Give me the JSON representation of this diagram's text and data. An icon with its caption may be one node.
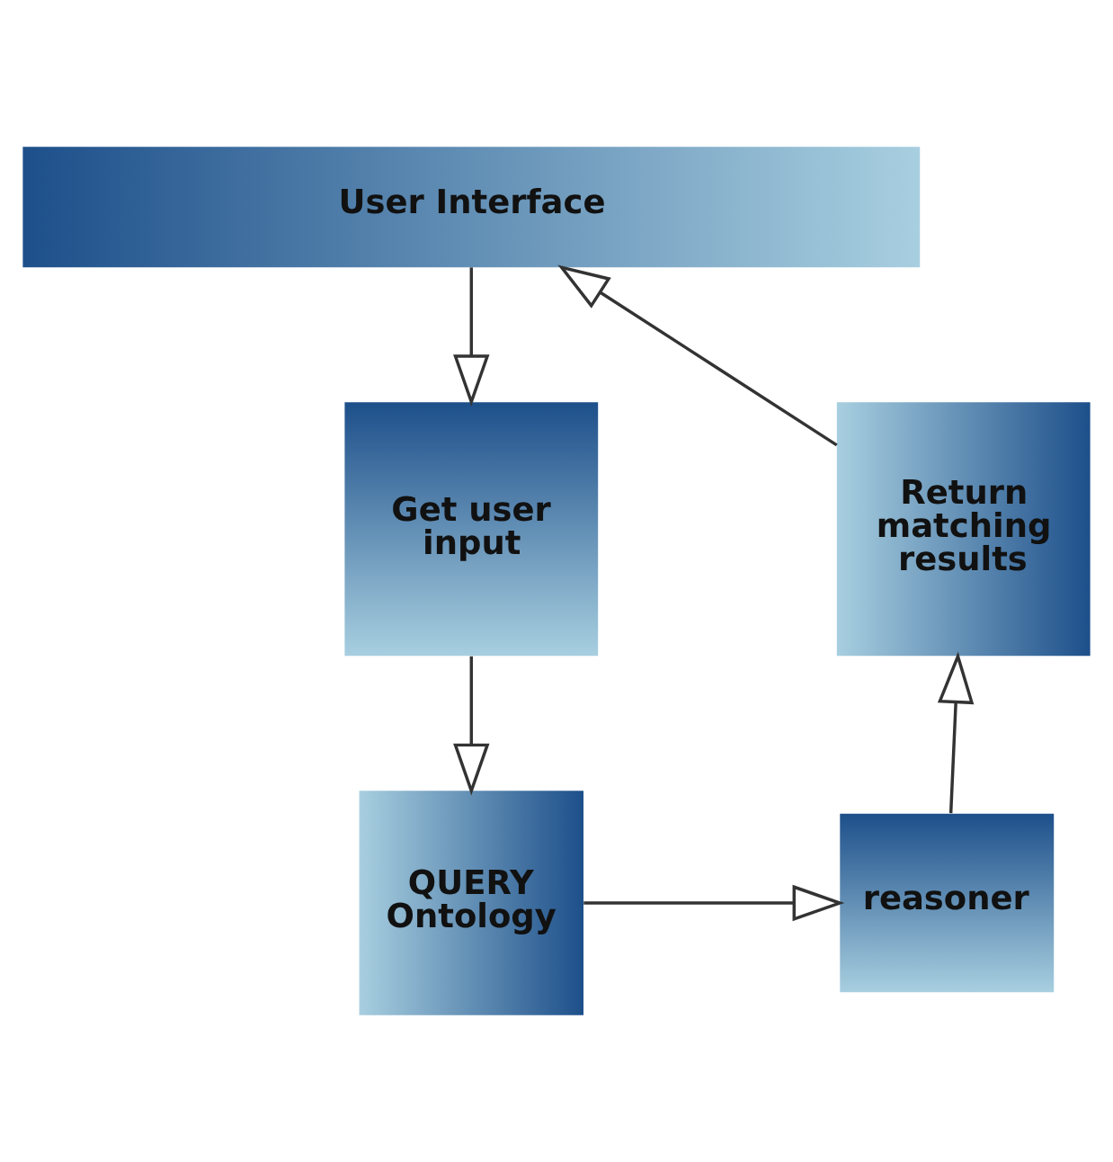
{
  "diagram": {
    "nodes": [
      {
        "text": [
          "User Interface"
        ]
      },
      {
        "text": [
          "Get user input"
        ]
      },
      {
        "text": [
          "Return matching results"
        ]
      },
      {
        "text": [
          "QUERY Ontology"
        ]
      },
      {
        "text": [
          "reasoner"
        ]
      }
    ],
    "edges": [
      {
        "from": 0,
        "to": 1,
        "arrow": "to"
      },
      {
        "from": 1,
        "to": 3,
        "arrow": "to"
      },
      {
        "from": 3,
        "to": 4,
        "arrow": "to"
      },
      {
        "from": 4,
        "to": 2,
        "arrow": "to"
      },
      {
        "from": 2,
        "to": 0,
        "arrow": "to"
      }
    ]
  }
}
